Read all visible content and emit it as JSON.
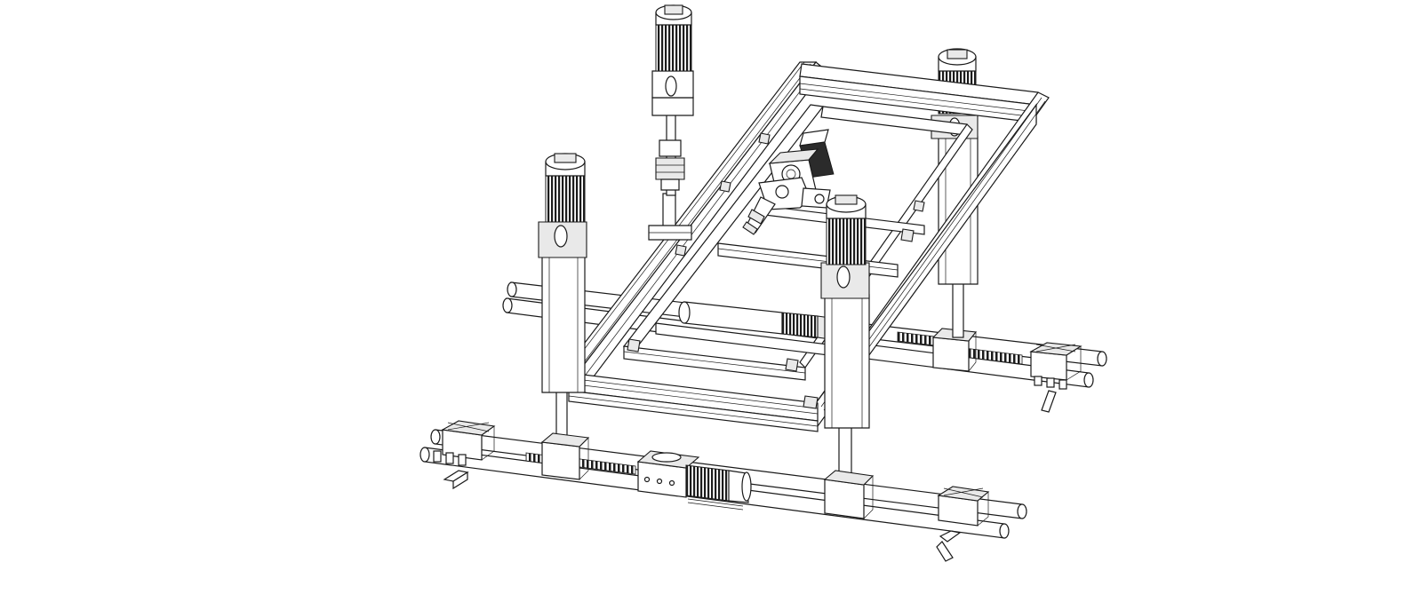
{
  "drawing": {
    "subject": "",
    "parts": [
      {
        "id": "motor-top-center",
        "icon": "servo-motor-icon"
      },
      {
        "id": "motor-left",
        "icon": "servo-motor-icon"
      },
      {
        "id": "motor-front",
        "icon": "servo-motor-icon"
      },
      {
        "id": "motor-right",
        "icon": "servo-motor-icon"
      },
      {
        "id": "center-gearbox",
        "icon": "gearbox-icon"
      },
      {
        "id": "frame",
        "icon": "extrusion-frame-icon"
      },
      {
        "id": "front-rail",
        "icon": "linear-rail-icon"
      },
      {
        "id": "rear-rail",
        "icon": "linear-rail-icon"
      },
      {
        "id": "rail-drive-motor",
        "icon": "linear-actuator-icon"
      },
      {
        "id": "inner-actuator",
        "icon": "linear-actuator-icon"
      }
    ],
    "colors": {
      "line": "#1a1a1a",
      "fill": "#ffffff",
      "shade": "#e9e9e9",
      "dark": "#2b2b2b"
    }
  }
}
